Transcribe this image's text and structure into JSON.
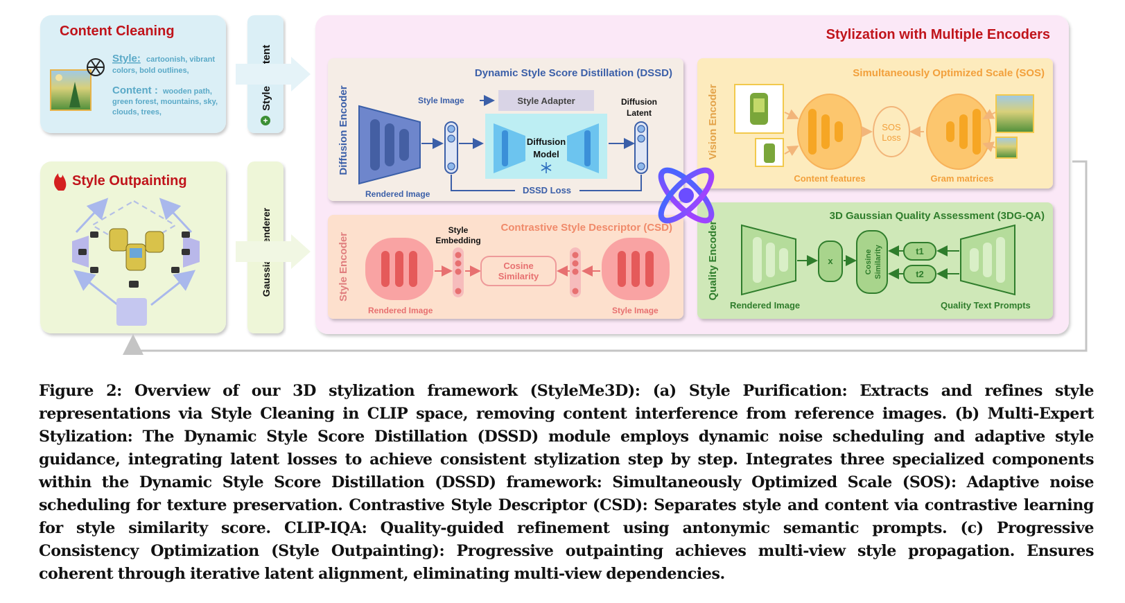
{
  "colors": {
    "title_red": "#c0141b",
    "dssd_blue": "#3b5fa8",
    "sos_orange": "#f2a03c",
    "csd_red": "#e77070",
    "qa_green": "#2f7d2c",
    "vision_label": "#e3a34a",
    "style_label": "#e07e7e"
  },
  "cleaning": {
    "title": "Content Cleaning",
    "style_label": "Style:",
    "style_text_1": "cartoonish, vibrant",
    "style_text_2": "colors, bold outlines,",
    "content_label": "Content :",
    "content_text_1": "wooden path,",
    "content_text_2": "green forest, mountains, sky,",
    "content_text_3": "clouds, trees,",
    "logo_icon": "openai-logo-icon"
  },
  "style_minus_content": {
    "style_word": "Style",
    "content_word": "Content",
    "plus_sign": "+",
    "minus_sign": "−"
  },
  "outpainting": {
    "title": "Style Outpainting",
    "fire_icon": "fire-icon",
    "camera_icon": "camera-icon"
  },
  "renderer": {
    "label": "Gaussian Renderer"
  },
  "stylization": {
    "title": "Stylization with Multiple Encoders"
  },
  "dssd": {
    "side_label": "Diffusion Encoder",
    "title": "Dynamic Style Score Distillation (DSSD)",
    "style_image": "Style Image",
    "style_adapter": "Style Adapter",
    "diffusion_model_1": "Diffusion",
    "diffusion_model_2": "Model",
    "diffusion_latent_1": "Diffusion",
    "diffusion_latent_2": "Latent",
    "loss": "DSSD Loss",
    "rendered_image": "Rendered Image",
    "frozen_icon": "snowflake-icon"
  },
  "sos": {
    "side_label": "Vision Encoder",
    "title": "Simultaneously Optimized Scale (SOS)",
    "loss_1": "SOS",
    "loss_2": "Loss",
    "content_features": "Content features",
    "gram_matrices": "Gram matrices"
  },
  "csd": {
    "side_label": "Style Encoder",
    "title": "Contrastive Style Descriptor (CSD)",
    "embedding_1": "Style",
    "embedding_2": "Embedding",
    "cosine_1": "Cosine",
    "cosine_2": "Similarity",
    "rendered_image": "Rendered Image",
    "style_image": "Style Image"
  },
  "qa": {
    "side_label": "Quality Encoder",
    "title": "3D Gaussian Quality Assessment (3DG-QA)",
    "mult": "x",
    "cosine_1": "Cosine",
    "cosine_2": "Similarity",
    "t1": "t1",
    "t2": "t2",
    "rendered_image": "Rendered Image",
    "text_prompts": "Quality Text Prompts"
  },
  "hub": {
    "icon": "multi-encoder-hub-icon"
  },
  "caption": {
    "text": "Figure 2: Overview of our 3D stylization framework (StyleMe3D): (a) Style Purification: Extracts and refines style representations via Style Cleaning in CLIP space, removing content interference from reference images. (b) Multi-Expert Stylization: The Dynamic Style Score Distillation (DSSD) module employs dynamic noise scheduling and adaptive style guidance, integrating latent losses to achieve consistent stylization step by step. Integrates three specialized components within the Dynamic Style Score Distillation (DSSD) framework: Simultaneously Optimized Scale (SOS): Adaptive noise scheduling for texture preservation. Contrastive Style Descriptor (CSD): Separates style and content via contrastive learning for style similarity score. CLIP-IQA: Quality-guided refinement using antonymic semantic prompts. (c) Progressive Consistency Optimization (Style Outpainting): Progressive outpainting achieves multi-view style propagation. Ensures coherent through iterative latent alignment, eliminating multi-view dependencies."
  }
}
